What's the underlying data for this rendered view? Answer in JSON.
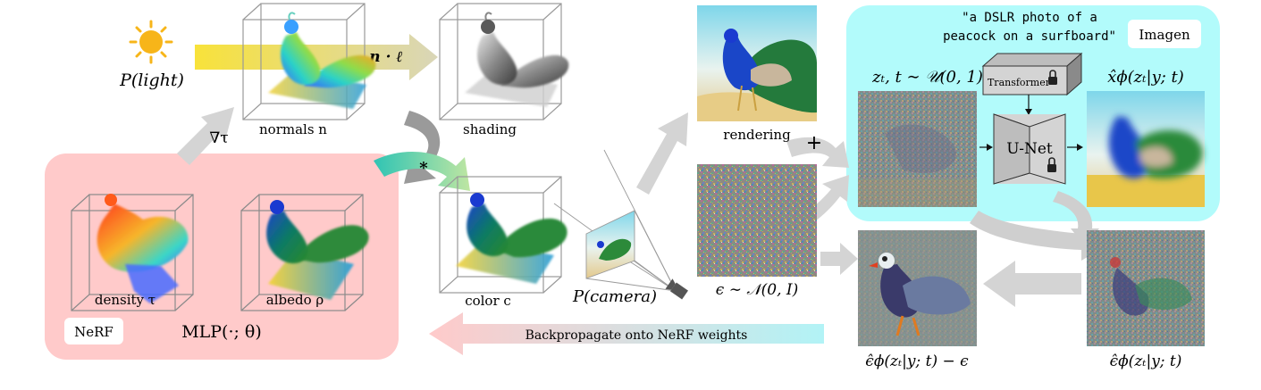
{
  "sun": {
    "label": "P(light)"
  },
  "arrows": {
    "dot_product": "n · ℓ",
    "gradient": "∇τ",
    "multiply": "*",
    "plus": "+",
    "backprop": "Backpropagate onto NeRF weights"
  },
  "cubes": {
    "normals": "normals n",
    "shading": "shading",
    "color": "color c",
    "density": "density τ",
    "albedo": "albedo ρ"
  },
  "nerf": {
    "badge": "NeRF",
    "mlp": "MLP(·; θ)"
  },
  "camera": {
    "label": "P(camera)"
  },
  "rendering": {
    "label": "rendering"
  },
  "noise": {
    "label": "ϵ ∼ 𝒩(0, I)"
  },
  "imagen": {
    "prompt_line1": "\"a DSLR photo of a",
    "prompt_line2": "peacock on a surfboard\"",
    "badge": "Imagen",
    "zt_label": "zₜ, t ∼ 𝒰(0, 1)",
    "transformer": "Transformer",
    "unet": "U-Net",
    "xhat_label": "x̂ϕ(zₜ|y; t)"
  },
  "outputs": {
    "eps_hat_label": "ϵ̂ϕ(zₜ|y; t)",
    "residual_label": "ϵ̂ϕ(zₜ|y; t) − ϵ"
  },
  "colors": {
    "nerf_panel": "#ffcaca",
    "imagen_panel": "#b2fbfb",
    "gray_arrow": "#d4d4d4",
    "sun": "#f7b519"
  }
}
